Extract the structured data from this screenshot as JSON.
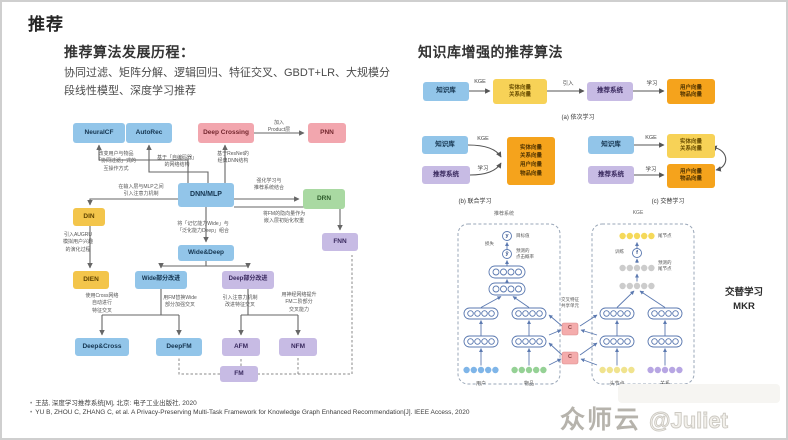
{
  "slide": {
    "title": "推荐"
  },
  "left": {
    "heading": "推荐算法发展历程：",
    "description": "协同过滤、矩阵分解、逻辑回归、特征交叉、GBDT+LR、大规模分段线性模型、深度学习推荐",
    "nodes": {
      "neuralcf": "NeuralCF",
      "autorec": "AutoRec",
      "deep_crossing": "Deep Crossing",
      "pnn": "PNN",
      "dnn_mlp": "DNN/MLP",
      "drn": "DRN",
      "fnn": "FNN",
      "din": "DIN",
      "dien": "DIEN",
      "wide_deep": "Wide&Deep",
      "wide_improve": "Wide部分改进",
      "deep_improve": "Deep部分改进",
      "deep_cross": "Deep&Cross",
      "deepfm": "DeepFM",
      "afm": "AFM",
      "nfm": "NFM",
      "fm": "FM"
    },
    "edges": {
      "neuralcf": "改变用户与物品\n「协同过滤」式的\n互操作方式",
      "autorec": "基于「自编码器」\n的网络结构",
      "deep_crossing": "基于ResNet的\n经典DNN结构",
      "pnn": "加入\nProduct层",
      "din": "在输入层与MLP之间\n引入注意力机制",
      "drn": "强化学习与\n推荐系统结合",
      "fnn": "将FM的隐向量作为\n嵌入层初始化权重",
      "dien": "引入AUGRU\n模拟用户兴趣\n的演化过程",
      "wide_deep": "将「记忆能力Wide」与\n「泛化能力Deep」组合",
      "deep_cross": "使用Cross网络\n自动进行\n特征交叉",
      "deepfm": "用FM替换Wide\n部分加强交叉",
      "afm": "引入注意力机制\n改进特征交叉",
      "nfm": "用神经网络提升\nFM二阶部分\n交叉能力"
    }
  },
  "right": {
    "heading": "知识库增强的推荐算法",
    "flow_a": {
      "kb": "知识库",
      "kge": "KGE",
      "vectors1": "实体向量\n关系向量",
      "intro": "引入",
      "rec": "推荐系统",
      "learn": "学习",
      "vectors2": "用户向量\n物品向量",
      "caption": "(a) 依次学习"
    },
    "flow_b": {
      "kb": "知识库",
      "rec": "推荐系统",
      "kge": "KGE",
      "learn": "学习",
      "vectors": "实体向量\n关系向量\n用户向量\n物品向量",
      "caption": "(b) 联合学习"
    },
    "flow_c": {
      "kb": "知识库",
      "kge": "KGE",
      "vectors1": "实体向量\n关系向量",
      "rec": "推荐系统",
      "learn": "学习",
      "vectors2": "用户向量\n物品向量",
      "caption": "(c) 交替学习"
    },
    "mkr": {
      "rec_header": "推荐系统",
      "kge_header": "KGE",
      "y": "y",
      "yhat": "ŷ",
      "f": "f",
      "c": "C",
      "target": "目标值",
      "loss": "损失",
      "pred_click": "预测的\n点击概率",
      "tail": "尾节点",
      "train": "训练",
      "pred_tail": "预测的\n尾节点",
      "cross_unit": "交叉特征\n共享单元",
      "user": "用户",
      "item": "物品",
      "head": "头节点",
      "relation": "关系",
      "side_label": "交替学习\nMKR"
    }
  },
  "footer": {
    "bullet": "•",
    "ref1": "王喆, 深度学习推荐系统[M], 北京: 电子工业出版社, 2020",
    "ref2": "YU B, ZHOU C, ZHANG C, et al. A Privacy-Preserving Multi-Task Framework for Knowledge Graph Enhanced Recommendation[J]. IEEE Access, 2020"
  },
  "watermark": {
    "brand": "众师云",
    "handle": "@Juliet"
  },
  "colors": {
    "blue": "#92C5E9",
    "pink": "#F2A6AE",
    "green": "#A9D9A2",
    "yellow": "#F3C54B",
    "purple": "#C7BBE4",
    "orange": "#F5A31C",
    "light_yellow": "#F7D257",
    "arrow": "#666666",
    "mkr_stroke": "#5B79B0"
  }
}
